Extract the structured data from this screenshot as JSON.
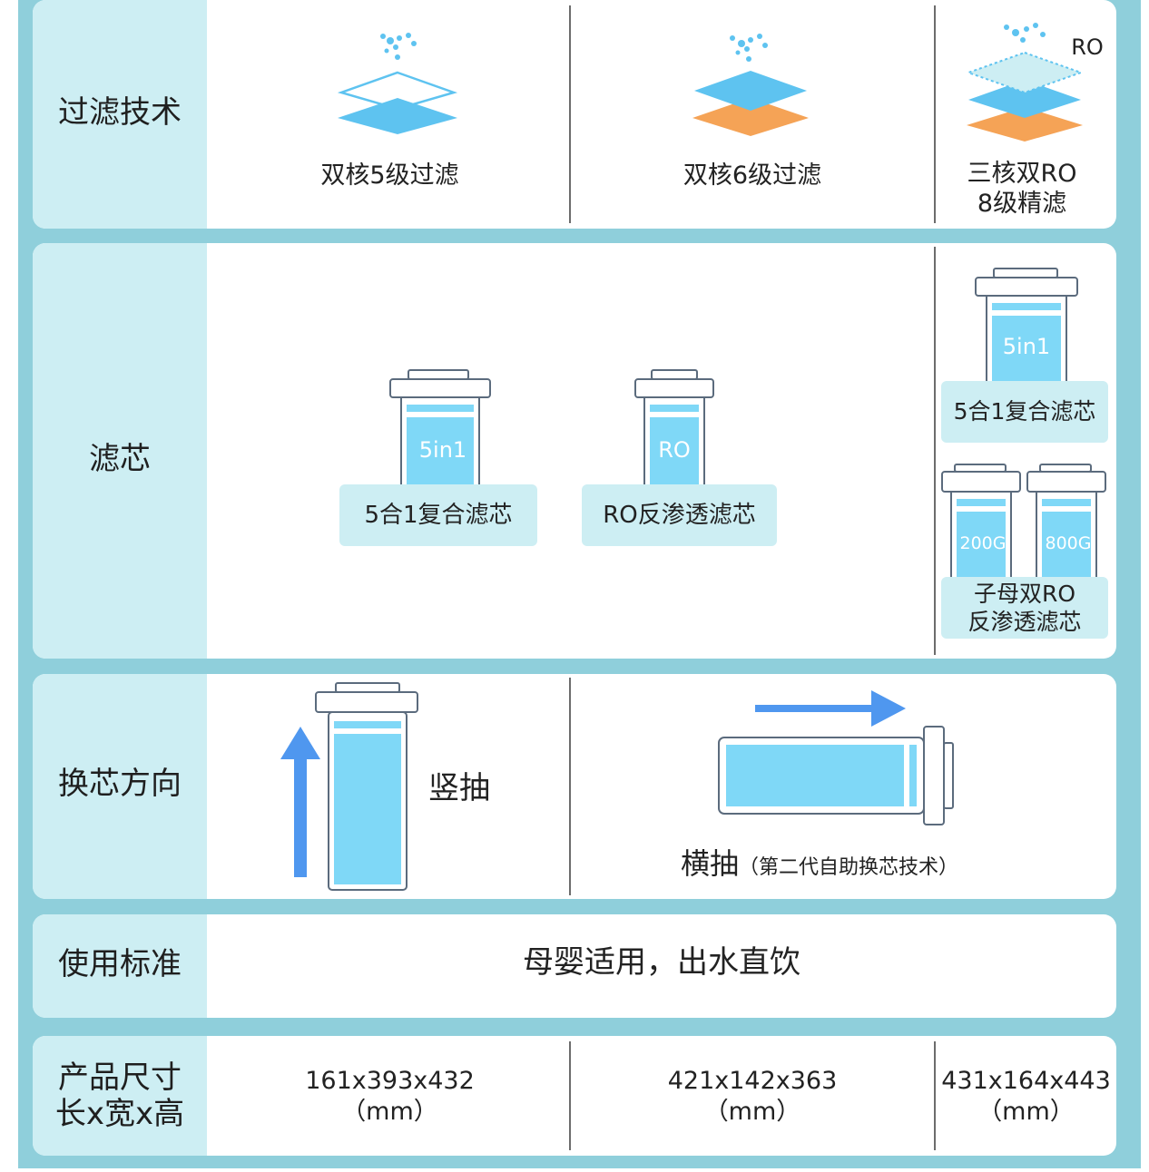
{
  "rows": {
    "tech": {
      "label": "过滤技术",
      "col1": "双核5级过滤",
      "col2": "双核6级过滤",
      "col3_line1": "三核双RO",
      "col3_line2": "8级精滤",
      "ro_tag": "RO"
    },
    "filter": {
      "label": "滤芯",
      "cart1_tag": "5in1",
      "cart1_name": "5合1复合滤芯",
      "cart2_tag": "RO",
      "cart2_name": "RO反渗透滤芯",
      "cart3_tag": "5in1",
      "cart3_name": "5合1复合滤芯",
      "cart4_tag": "200G",
      "cart5_tag": "800G",
      "cart45_name_line1": "子母双RO",
      "cart45_name_line2": "反渗透滤芯"
    },
    "direction": {
      "label": "换芯方向",
      "vertical": "竖抽",
      "horizontal": "横抽",
      "horizontal_note": "（第二代自助换芯技术）"
    },
    "usage": {
      "label": "使用标准",
      "value": "母婴适用，出水直饮"
    },
    "size": {
      "label_line1": "产品尺寸",
      "label_line2": "长x宽x高",
      "col1": "161x393x432",
      "col2": "421x142x363",
      "col3": "431x164x443",
      "unit": "（mm）"
    }
  },
  "colors": {
    "frame": "#8fcfdb",
    "label_bg": "#cdeef3",
    "water_blue": "#7fd8f7",
    "layer_blue": "#5ec3f0",
    "layer_orange": "#f5a356",
    "arrow_blue": "#4f97ef",
    "outline": "#5b6b7d"
  }
}
